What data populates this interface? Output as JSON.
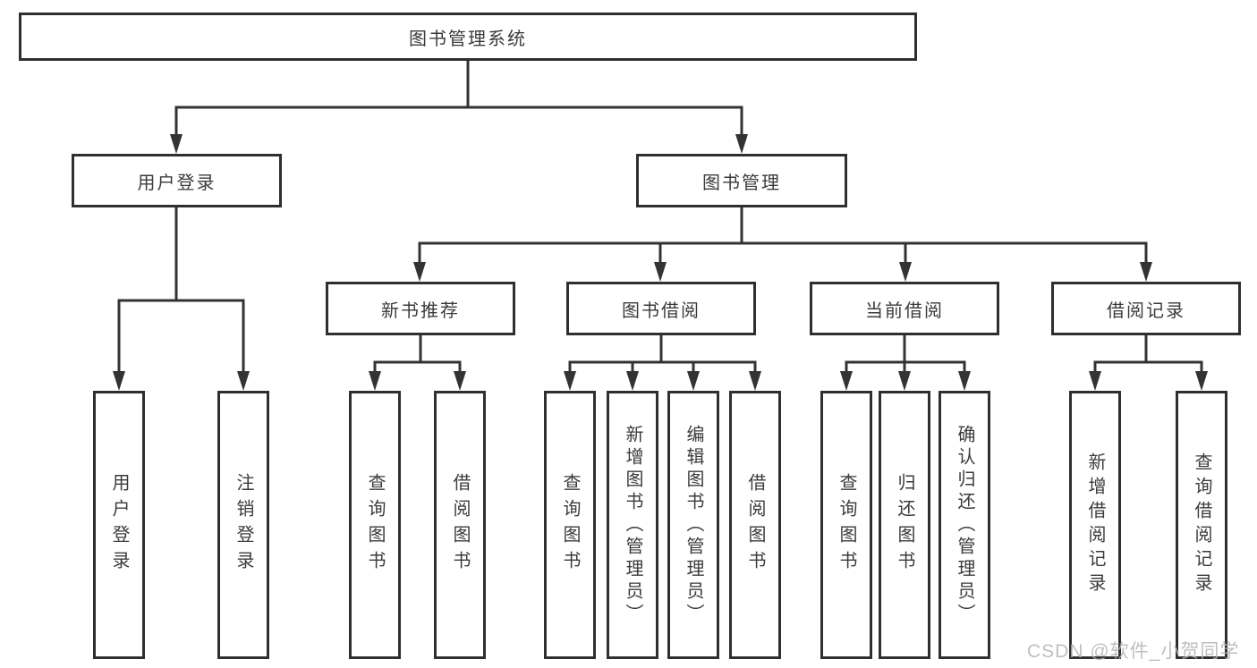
{
  "diagram": {
    "root": {
      "label": "图书管理系统"
    },
    "level2": [
      {
        "label": "用户登录"
      },
      {
        "label": "图书管理"
      }
    ],
    "level3": [
      {
        "label": "新书推荐"
      },
      {
        "label": "图书借阅"
      },
      {
        "label": "当前借阅"
      },
      {
        "label": "借阅记录"
      }
    ],
    "leaves": [
      {
        "label": "用户登录"
      },
      {
        "label": "注销登录"
      },
      {
        "label": "查询图书"
      },
      {
        "label": "借阅图书"
      },
      {
        "label": "查询图书"
      },
      {
        "label": "新增图书（管理员）"
      },
      {
        "label": "编辑图书（管理员）"
      },
      {
        "label": "借阅图书"
      },
      {
        "label": "查询图书"
      },
      {
        "label": "归还图书"
      },
      {
        "label": "确认归还（管理员）"
      },
      {
        "label": "新增借阅记录"
      },
      {
        "label": "查询借阅记录"
      }
    ]
  },
  "watermark": {
    "text": "CSDN @软件_小贺同学"
  },
  "colors": {
    "line": "#333333",
    "border": "#2f2f2f",
    "text": "#3b3b3b",
    "watermark": "#b5b5b5",
    "background": "#ffffff"
  }
}
